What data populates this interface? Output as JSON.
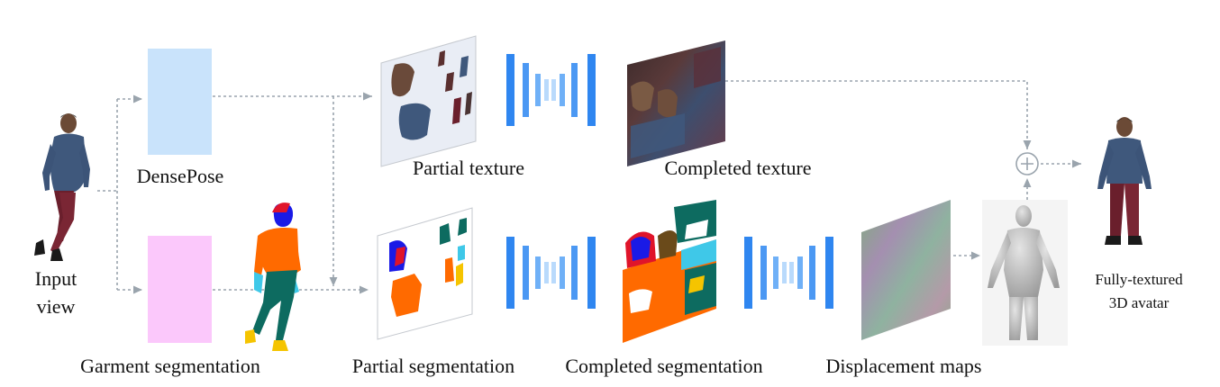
{
  "labels": {
    "input_line1": "Input",
    "input_line2": "view",
    "densepose": "DensePose",
    "garment_segmentation": "Garment segmentation",
    "partial_texture": "Partial texture",
    "completed_texture": "Completed texture",
    "partial_segmentation": "Partial segmentation",
    "completed_segmentation": "Completed segmentation",
    "displacement_maps": "Displacement maps",
    "avatar_line1": "Fully-textured",
    "avatar_line2": "3D avatar"
  },
  "colors": {
    "densepose_box": "#c9e3fb",
    "segmentation_box": "#fbc8fb",
    "unet_dark": "#2f86f0",
    "unet_mid": "#6fb0f7",
    "unet_light": "#b9dafc",
    "arrow": "#9aa4ad",
    "garment_orange": "#ff6a00",
    "garment_teal": "#0d6b60",
    "garment_blue": "#1a1ae6",
    "garment_red": "#e0142a",
    "garment_cyan": "#3fc8e8",
    "garment_yellow": "#f5c400",
    "body_gray": "#b8b8b8"
  }
}
